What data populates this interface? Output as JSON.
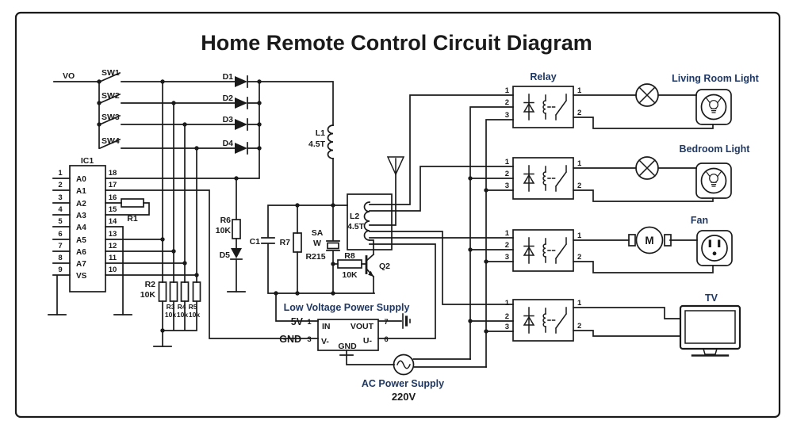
{
  "title": "Home Remote Control Circuit Diagram",
  "colors": {
    "line": "#1a1a1a",
    "text": "#1a1a1a",
    "section_label": "#1F3864",
    "background": "#ffffff"
  },
  "transmitter": {
    "vo": "VO",
    "switches": [
      "SW1",
      "SW2",
      "SW3",
      "SW4"
    ],
    "diodes": [
      "D1",
      "D2",
      "D3",
      "D4"
    ],
    "l1": {
      "name": "L1",
      "value": "4.5T"
    },
    "ic1": {
      "name": "IC1",
      "left_pins": [
        "1",
        "2",
        "3",
        "4",
        "5",
        "6",
        "7",
        "8",
        "9"
      ],
      "right_pins": [
        "18",
        "17",
        "16",
        "15",
        "14",
        "13",
        "12",
        "11",
        "10"
      ],
      "ports": [
        "A0",
        "A1",
        "A2",
        "A3",
        "A4",
        "A5",
        "A6",
        "A7",
        "VS"
      ]
    },
    "r1": "R1",
    "r2": {
      "name": "R2",
      "value": "10K"
    },
    "r3": {
      "name": "R3",
      "value": "10k"
    },
    "r4": {
      "name": "R4",
      "value": "10k"
    },
    "r5": {
      "name": "R5",
      "value": "10k"
    },
    "r6": {
      "name": "R6",
      "value": "10K"
    },
    "d5": "D5"
  },
  "oscillator": {
    "c1": "C1",
    "r7": "R7",
    "crystal": {
      "line1": "SA",
      "line2": "W",
      "line3": "R215"
    },
    "r8": {
      "name": "R8",
      "value": "10K"
    },
    "q2": "Q2",
    "l2": {
      "name": "L2",
      "value": "4.5T"
    }
  },
  "power_supply": {
    "title": "Low Voltage Power Supply",
    "v_label": "5V",
    "gnd_label": "GND",
    "pin1": "1",
    "pin3": "3",
    "pin7": "7",
    "pin6": "6",
    "in": "IN",
    "vout": "VOUT",
    "v_minus": "V-",
    "gnd_inner": "GND",
    "u_minus": "U-"
  },
  "ac_supply": {
    "label": "AC Power Supply",
    "voltage": "220V"
  },
  "relay": {
    "label": "Relay",
    "left_pins": [
      "1",
      "2",
      "3"
    ],
    "right_pins": [
      "1",
      "2"
    ]
  },
  "loads": {
    "living_room": "Living Room Light",
    "bedroom": "Bedroom Light",
    "fan": "Fan",
    "tv": "TV",
    "motor": "M"
  }
}
